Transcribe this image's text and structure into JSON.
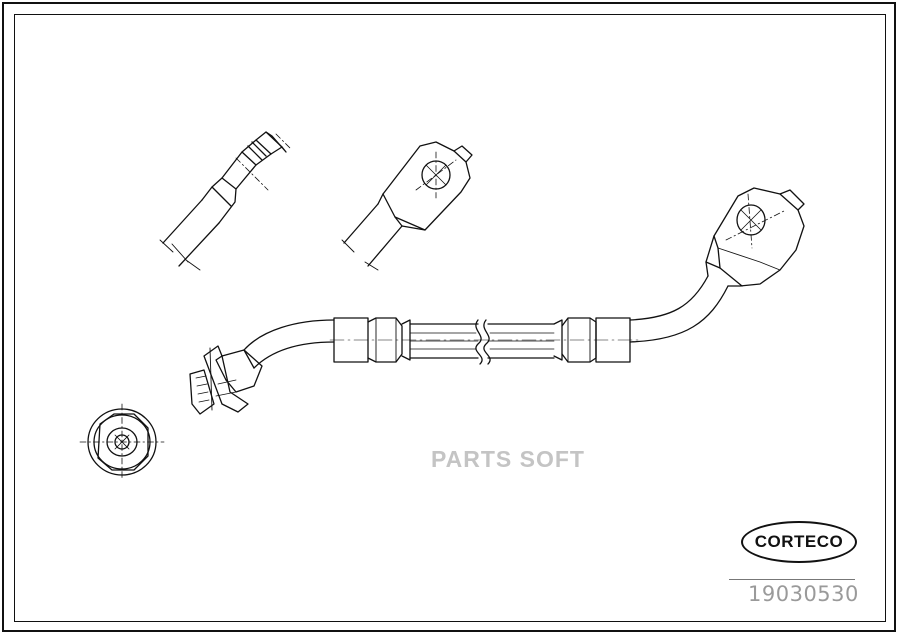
{
  "watermark": {
    "text": "PARTS SOFT"
  },
  "brand": {
    "logo_text": "CORTECO"
  },
  "part": {
    "number": "19030530"
  }
}
